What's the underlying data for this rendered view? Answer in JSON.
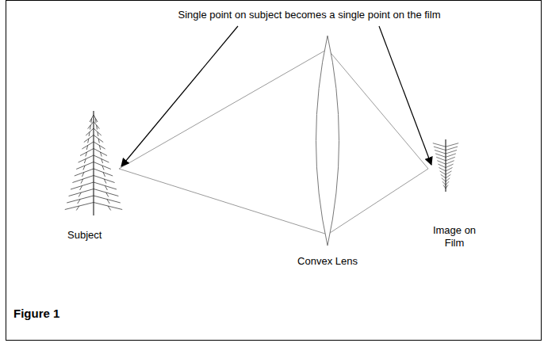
{
  "diagram": {
    "caption": "Figure 1",
    "labels": [
      "Single point on subject becomes a single point on the film",
      "Subject",
      "Convex Lens",
      "Image on Film"
    ]
  }
}
